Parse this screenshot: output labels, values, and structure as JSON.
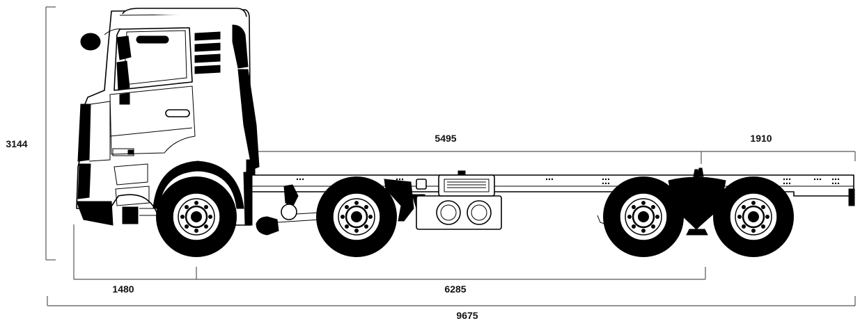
{
  "dimensions": {
    "overall_height": "3144",
    "wheelbase_front": "5495",
    "rear_overhang": "1910",
    "front_overhang": "1480",
    "wheelbase_main": "6285",
    "overall_length": "9675"
  },
  "colors": {
    "line": "#000000",
    "dimension_line": "#555555",
    "label": "#111111",
    "background": "#ffffff"
  }
}
